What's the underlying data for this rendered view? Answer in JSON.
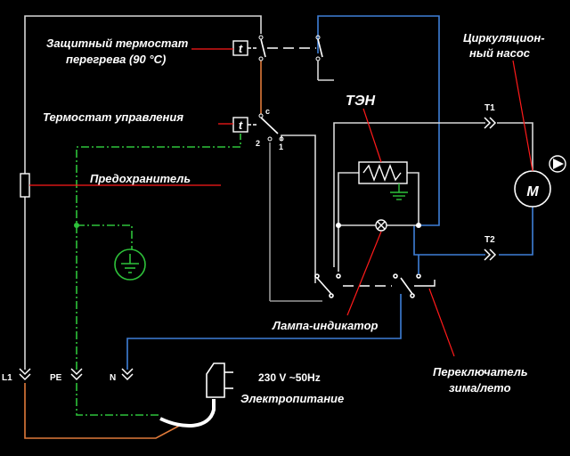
{
  "labels": {
    "overheat_thermostat_line1": "Защитный термостат",
    "overheat_thermostat_line2": "перегрева (90 °C)",
    "control_thermostat": "Термостат управления",
    "fuse": "Предохранитель",
    "heater": "ТЭН",
    "pump_line1": "Циркуляцион-",
    "pump_line2": "ный насос",
    "lamp": "Лампа-индикатор",
    "switch_line1": "Переключатель",
    "switch_line2": "зима/лето",
    "voltage": "230 V ~50Hz",
    "power": "Электропитание"
  },
  "thermostat_symbol": "t",
  "motor_symbol": "M",
  "contacts": {
    "c": "c",
    "one": "1",
    "two": "2"
  },
  "terminals": {
    "l1": "L1",
    "pe": "PE",
    "n": "N",
    "t1": "T1",
    "t2": "T2"
  },
  "colors": {
    "phase": "#e07a3a",
    "neutral": "#3f7fd8",
    "ground": "#2ec23a",
    "wire": "#d8d8d8",
    "wire_grey": "#9a9a9a",
    "leader": "#ff1a1a",
    "text": "#ffffff"
  }
}
